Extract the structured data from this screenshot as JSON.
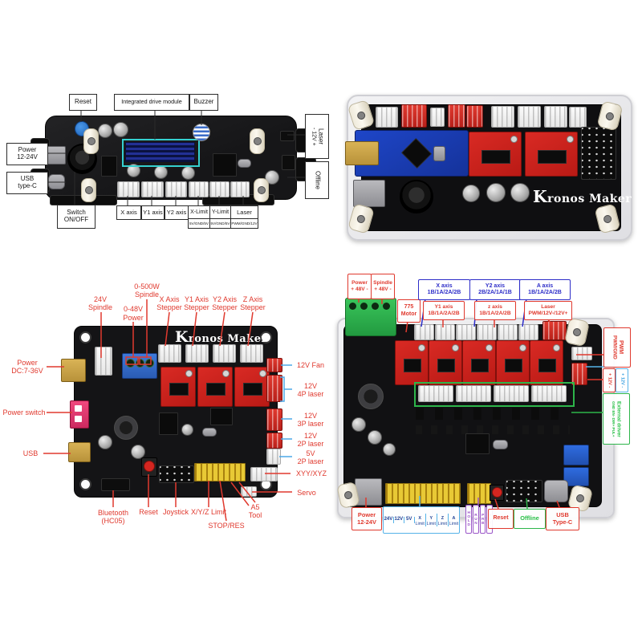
{
  "brand": "Kronos Maker",
  "colors": {
    "annotation_black": "#2b2b2b",
    "annotation_red": "#e0392e",
    "annotation_blue_royal": "#2d2dc8",
    "annotation_blue_light": "#55b2e8",
    "annotation_green": "#2db54a",
    "annotation_purple": "#9a55c8",
    "highlight_cyan": "#35d0d0",
    "pcb_black": "#161618",
    "driver_red": "#ce2420"
  },
  "tl": {
    "top_labels": [
      "Reset",
      "Integrated drive module",
      "Buzzer"
    ],
    "power_label": "Power\n12-24V",
    "usb_label": "USB\ntype-C",
    "laser": {
      "title": "Laser",
      "pins": "- 12V +"
    },
    "offline_label": "Offline",
    "switch_label": "Switch\nON/OFF",
    "ports": [
      "X axis",
      "Y1 axis",
      "Y2 axis",
      "X-Limit",
      "Y-Limit",
      "Laser"
    ],
    "port_pins": [
      "5V/GND/5V",
      "5V/GND/5V",
      "PWM/GND/12V"
    ]
  },
  "tr": {
    "brand": "Kronos Maker"
  },
  "bl": {
    "brand": "Kronos Maker",
    "top_labels": [
      "24V\nSpindle",
      "0-500W\nSpindle",
      "0-48V\nPower",
      "X Axis\nStepper",
      "Y1 Axis\nStepper",
      "Y2 Axis\nStepper",
      "Z Axis\nStepper"
    ],
    "left_labels": [
      "Power\nDC:7-36V",
      "Power switch",
      "USB"
    ],
    "right_labels": [
      "12V Fan",
      "12V\n4P laser",
      "12V\n3P laser",
      "12V\n2P laser",
      "5V\n2P laser",
      "XYY/XYZ",
      "Servo"
    ],
    "bottom_labels": [
      "Bluetooth\n(HC05)",
      "Reset",
      "Joystick",
      "X/Y/Z Limit",
      "STOP/RES",
      "A5\nTool"
    ]
  },
  "br": {
    "power_label": "Power\n+ 48V -",
    "spindle_label": "Spindle\n+ 48V -",
    "motor_label": "775\nMotor",
    "blue_axes": [
      {
        "name": "X axis",
        "pins": "1B/1A/2A/2B"
      },
      {
        "name": "Y2 axis",
        "pins": "2B/2A/1A/1B"
      },
      {
        "name": "A axis",
        "pins": "1B/1A/2A/2B"
      }
    ],
    "red_axes": [
      {
        "name": "Y1 axis",
        "pins": "1B/1A/2A/2B"
      },
      {
        "name": "z axis",
        "pins": "1B/1A/2A/2B"
      },
      {
        "name": "Laser",
        "pins": "PWM/12V-/12V+"
      }
    ],
    "pwm": {
      "title": "PWM",
      "pins": "PWM/GND"
    },
    "v12_blue": "+ 12V -",
    "v12_red": "+ 12V -",
    "ext": {
      "title": "External driver",
      "pins": "GND EN- DIR+ PUL+"
    },
    "power2_label": "Power\n12-24V",
    "volts": [
      "24V",
      "12V",
      "5V"
    ],
    "limits": [
      {
        "axis": "X",
        "word": "Limit"
      },
      {
        "axis": "Y",
        "word": "Limit"
      },
      {
        "axis": "Z",
        "word": "Limit"
      },
      {
        "axis": "A",
        "word": "Limit"
      }
    ],
    "verticals": [
      "HOLD",
      "RUN",
      "PRB",
      "RST"
    ],
    "reset_label": "Reset",
    "offline_label": "Offline",
    "usb_label": "USB\nType-C"
  }
}
